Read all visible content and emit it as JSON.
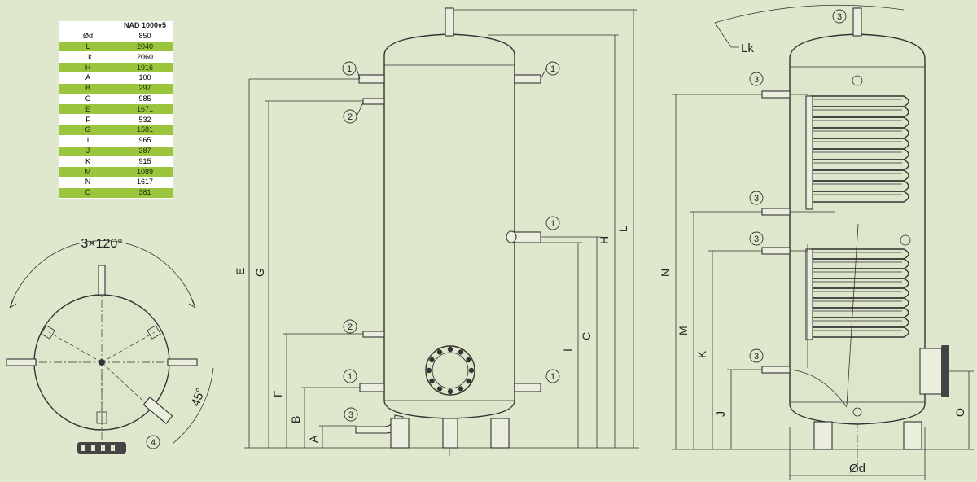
{
  "table": {
    "header": [
      "",
      "NAD 1000v5"
    ],
    "rows": [
      [
        "Ød",
        "850"
      ],
      [
        "L",
        "2040"
      ],
      [
        "Lk",
        "2060"
      ],
      [
        "H",
        "1916"
      ],
      [
        "A",
        "100"
      ],
      [
        "B",
        "297"
      ],
      [
        "C",
        "985"
      ],
      [
        "E",
        "1671"
      ],
      [
        "F",
        "532"
      ],
      [
        "G",
        "1581"
      ],
      [
        "I",
        "965"
      ],
      [
        "J",
        "387"
      ],
      [
        "K",
        "915"
      ],
      [
        "M",
        "1089"
      ],
      [
        "N",
        "1617"
      ],
      [
        "O",
        "381"
      ]
    ]
  },
  "labels": {
    "angle_pattern": "3×120°",
    "angle_45": "45°",
    "connector_1": "1",
    "connector_2": "2",
    "connector_3": "3",
    "connector_4": "4",
    "dim_A": "A",
    "dim_B": "B",
    "dim_C": "C",
    "dim_E": "E",
    "dim_F": "F",
    "dim_G": "G",
    "dim_H": "H",
    "dim_I": "I",
    "dim_L": "L",
    "dim_J": "J",
    "dim_K": "K",
    "dim_M": "M",
    "dim_N": "N",
    "dim_O": "O",
    "dim_Lk": "Lk",
    "dim_d": "Ød"
  },
  "colors": {
    "background": "#dfe8cc",
    "tank_fill": "#dde5ca",
    "line": "#333333",
    "table_accent": "#9bc53d"
  }
}
